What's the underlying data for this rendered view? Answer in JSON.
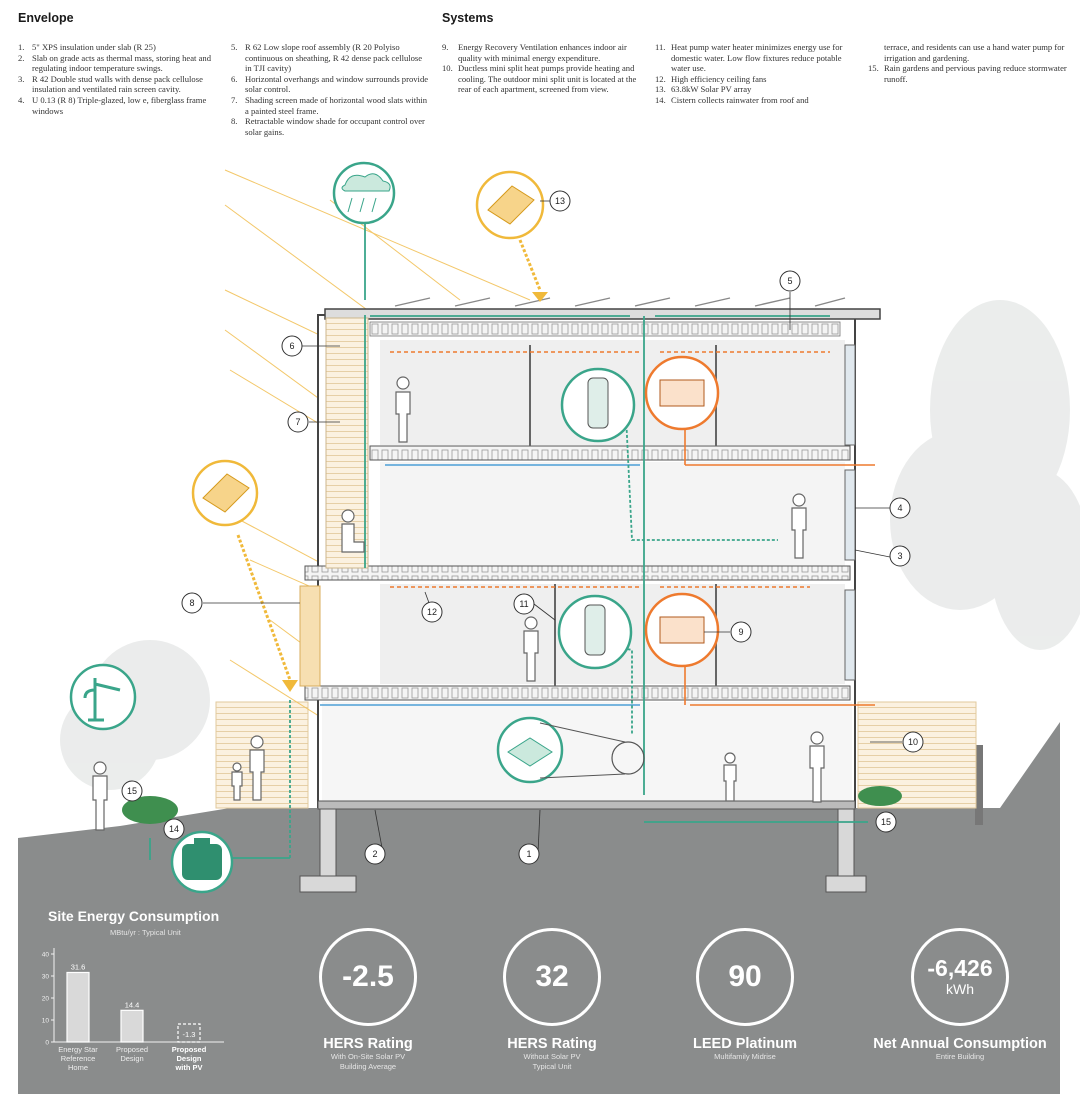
{
  "envelope": {
    "title": "Envelope",
    "col1": [
      {
        "num": "1.",
        "text": "5\" XPS insulation under slab (R 25)"
      },
      {
        "num": "2.",
        "text": "Slab on grade acts as thermal mass, storing heat and regulating indoor temperature swings."
      },
      {
        "num": "3.",
        "text": "R 42 Double stud walls with dense pack cellulose insulation and ventilated rain screen cavity."
      },
      {
        "num": "4.",
        "text": "U 0.13 (R 8) Triple-glazed, low e, fiberglass frame windows"
      }
    ],
    "col2": [
      {
        "num": "5.",
        "text": "R 62 Low slope roof assembly (R 20 Polyiso continuous on sheathing, R 42 dense pack cellulose in TJI cavity)"
      },
      {
        "num": "6.",
        "text": "Horizontal overhangs and window surrounds provide solar control."
      },
      {
        "num": "7.",
        "text": "Shading screen made of horizontal wood slats within a painted steel frame."
      },
      {
        "num": "8.",
        "text": "Retractable window shade for occupant control over solar gains."
      }
    ]
  },
  "systems": {
    "title": "Systems",
    "col1": [
      {
        "num": "9.",
        "text": "Energy Recovery Ventilation enhances indoor air quality with minimal energy expenditure."
      },
      {
        "num": "10.",
        "text": "Ductless mini split heat pumps provide heating and cooling. The outdoor mini split unit is located at the rear of each apartment, screened from view."
      }
    ],
    "col2": [
      {
        "num": "11.",
        "text": "Heat pump water heater minimizes energy use for domestic water. Low flow fixtures reduce potable water use."
      },
      {
        "num": "12.",
        "text": "High efficiency ceiling fans"
      },
      {
        "num": "13.",
        "text": "63.8kW Solar PV array"
      },
      {
        "num": "14.",
        "text": "Cistern collects rainwater from roof and"
      }
    ],
    "col3": [
      {
        "num": "",
        "text": "terrace, and residents can use a hand water pump for irrigation and gardening."
      },
      {
        "num": "15.",
        "text": "Rain gardens and pervious paving reduce stormwater runoff."
      }
    ]
  },
  "callouts": [
    "1",
    "2",
    "3",
    "4",
    "5",
    "6",
    "7",
    "8",
    "9",
    "10",
    "11",
    "12",
    "13",
    "14",
    "15",
    "15"
  ],
  "icons": [
    "rain-cloud-icon",
    "solar-panel-icon",
    "hand-pump-icon",
    "cistern-tank-icon",
    "water-heater-icon",
    "mini-split-unit-icon",
    "erv-unit-icon",
    "person-icon"
  ],
  "colors": {
    "green": "#3aa58a",
    "orange": "#ee7a2e",
    "yellow": "#f0b93a",
    "blue": "#4d9fd6",
    "ground": "#8a8c8c",
    "slab": "#c9c9c9"
  },
  "site_energy": {
    "title": "Site Energy Consumption",
    "subtitle": "MBtu/yr : Typical Unit"
  },
  "chart_data": {
    "type": "bar",
    "title": "Site Energy Consumption",
    "subtitle": "MBtu/yr : Typical Unit",
    "categories": [
      "Energy Star Reference Home",
      "Proposed Design",
      "Proposed Design with PV"
    ],
    "category_lines": [
      [
        "Energy Star",
        "Reference",
        "Home"
      ],
      [
        "Proposed",
        "Design"
      ],
      [
        "Proposed",
        "Design",
        "with PV"
      ]
    ],
    "values": [
      31.6,
      14.4,
      -1.3
    ],
    "value_labels": [
      "31.6",
      "14.4",
      "-1.3"
    ],
    "yticks": [
      0,
      10,
      20,
      30,
      40
    ],
    "ytick_labels": [
      "0",
      "10",
      "20",
      "30",
      "40"
    ],
    "ylim": [
      0,
      40
    ],
    "grid": false
  },
  "metrics": [
    {
      "value": "-2.5",
      "unit": "",
      "label": "HERS Rating",
      "sub1": "With On-Site Solar PV",
      "sub2": "Building Average"
    },
    {
      "value": "32",
      "unit": "",
      "label": "HERS Rating",
      "sub1": "Without Solar PV",
      "sub2": "Typical Unit"
    },
    {
      "value": "90",
      "unit": "",
      "label": "LEED Platinum",
      "sub1": "Multifamily Midrise",
      "sub2": ""
    },
    {
      "value": "-6,426",
      "unit": "kWh",
      "label": "Net Annual Consumption",
      "sub1": "Entire Building",
      "sub2": ""
    }
  ]
}
